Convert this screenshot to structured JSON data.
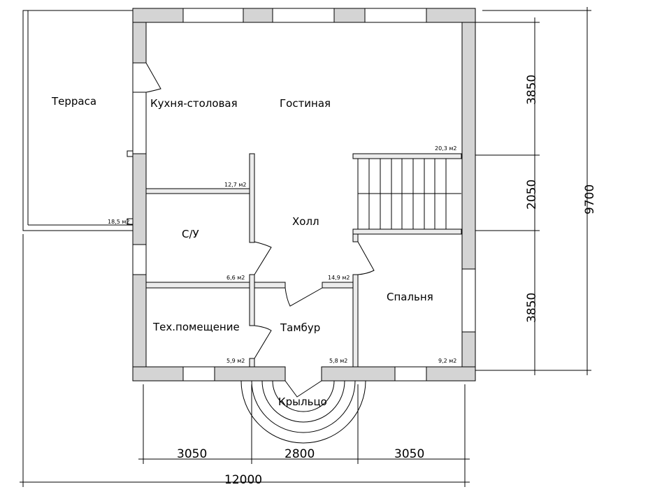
{
  "rooms": {
    "terrace": "Терраса",
    "kitchen": "Кухня-столовая",
    "living": "Гостиная",
    "hall": "Холл",
    "bathroom": "С/У",
    "technical": "Тех.помещение",
    "vestibule": "Тамбур",
    "bedroom": "Спальня",
    "porch": "Крыльцо"
  },
  "areas": {
    "terrace": "18,5 м2",
    "living": "20,3 м2",
    "kitchen": "12,7 м2",
    "bathroom": "6,6 м2",
    "hall": "14,9 м2",
    "technical": "5,9 м2",
    "vestibule": "5,8 м2",
    "bedroom": "9,2 м2"
  },
  "dimensions": {
    "right_top": "3850",
    "right_middle": "2050",
    "right_bottom": "3850",
    "right_total": "9700",
    "bottom_left": "3050",
    "bottom_middle": "2800",
    "bottom_right": "3050",
    "bottom_total": "12000"
  }
}
